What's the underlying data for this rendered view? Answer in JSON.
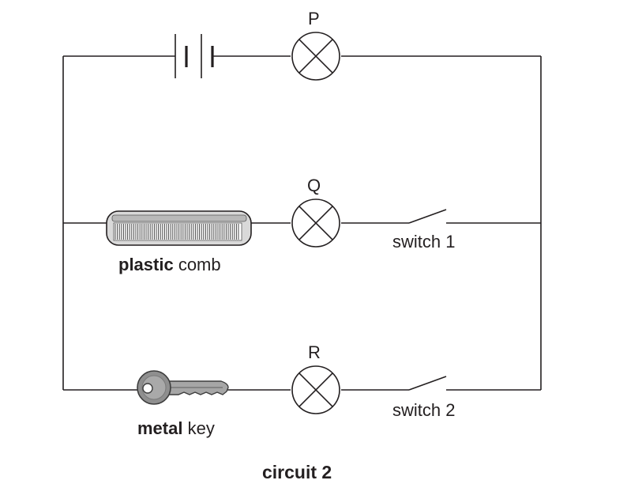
{
  "lamps": {
    "p": "P",
    "q": "Q",
    "r": "R"
  },
  "switches": {
    "s1": "switch 1",
    "s2": "switch 2"
  },
  "objects": {
    "comb_bold": "plastic",
    "comb_rest": " comb",
    "key_bold": "metal",
    "key_rest": " key"
  },
  "caption": "circuit 2"
}
